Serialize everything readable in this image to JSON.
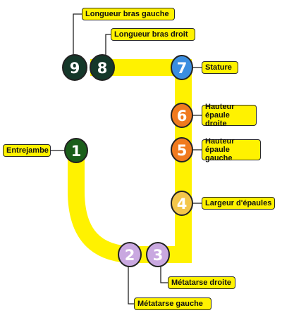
{
  "colors": {
    "track": "#fff200",
    "label_bg": "#fff200",
    "line": "#222222",
    "node_1": "#1a5e1a",
    "node_2": "#c9a8e0",
    "node_3": "#c9a8e0",
    "node_4": "#f3c64a",
    "node_5": "#f07a1f",
    "node_6": "#f07a1f",
    "node_7": "#3b8ee0",
    "node_8": "#15382a",
    "node_9": "#15382a"
  },
  "nodes": [
    {
      "number": "1",
      "label": [
        "Entrejambe"
      ]
    },
    {
      "number": "2",
      "label": [
        "Métatarse gauche"
      ]
    },
    {
      "number": "3",
      "label": [
        "Métatarse droite"
      ]
    },
    {
      "number": "4",
      "label": [
        "Largeur d'épaules"
      ]
    },
    {
      "number": "5",
      "label": [
        "Hauteur",
        "épaule gauche"
      ]
    },
    {
      "number": "6",
      "label": [
        "Hauteur",
        "épaule droite"
      ]
    },
    {
      "number": "7",
      "label": [
        "Stature"
      ]
    },
    {
      "number": "8",
      "label": [
        "Longueur bras droit"
      ]
    },
    {
      "number": "9",
      "label": [
        "Longueur bras gauche"
      ]
    }
  ]
}
